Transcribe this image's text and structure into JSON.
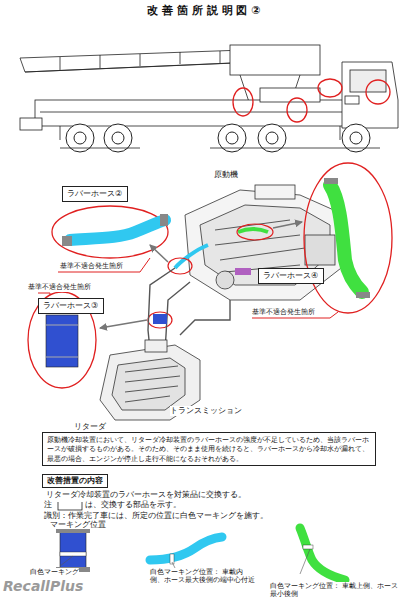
{
  "diagram": {
    "title": "改 善 箇 所 説 明 図 ②",
    "nodes": [
      {
        "text": [
          "ラバーホース②"
        ]
      },
      {
        "text": [
          "ラバーホース④"
        ]
      },
      {
        "text": [
          "ラバーホース③"
        ]
      },
      {
        "text": [
          "原動機冷却装置において、リターダ冷却装置のラバーホースの強度が不足しているため、当該ラバーホースが破損するものがある。そのため、そのまま使用を続けると、ラバーホースから冷却水が漏れて、最悪の場合、エンジンが停止し走行不能になるおそれがある。"
        ]
      },
      {
        "text": [
          "改善措置の内容",
          "リターダ冷却装置のラバーホースを対策品に交換する。"
        ]
      }
    ],
    "labels": [
      "原動機",
      "基準不適合発生箇所",
      "基準不適合発生箇所",
      "基準不適合発生箇所",
      "リターダ",
      "トランスミッション",
      "注",
      "は、交換する部品を示す。",
      "識別：作業完了車には、所定の位置に白色マーキングを施す。",
      "マーキング位置",
      "白色マーキング",
      "白色マーキング位置： 車載内側、ホース最大後側の端中心付近",
      "白色マーキング位置： 車載上側、ホース最小後側",
      "RecallPlus"
    ]
  }
}
